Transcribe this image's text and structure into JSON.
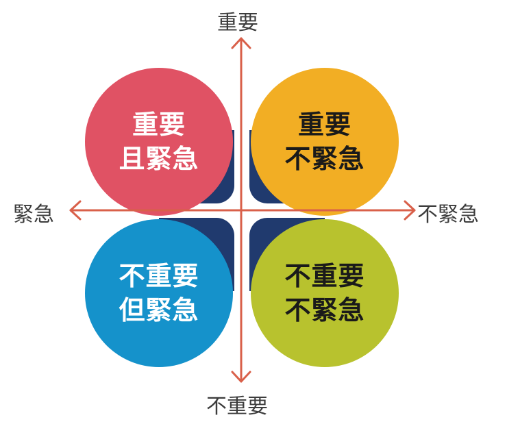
{
  "diagram": {
    "type": "eisenhower-matrix",
    "axis_labels": {
      "top": "重要",
      "bottom": "不重要",
      "left": "緊急",
      "right": "不緊急"
    },
    "quadrants": [
      {
        "position": "top-left",
        "lines": [
          "重要",
          "且緊急"
        ],
        "color": "#e05264",
        "text_color": "#ffffff"
      },
      {
        "position": "top-right",
        "lines": [
          "重要",
          "不緊急"
        ],
        "color": "#f2ae24",
        "text_color": "#1a1a1a"
      },
      {
        "position": "bottom-left",
        "lines": [
          "不重要",
          "但緊急"
        ],
        "color": "#1592cb",
        "text_color": "#ffffff"
      },
      {
        "position": "bottom-right",
        "lines": [
          "不重要",
          "不緊急"
        ],
        "color": "#b8c22e",
        "text_color": "#1a1a1a"
      }
    ],
    "colors": {
      "axis": "#d9604a",
      "shadow": "#203a6e",
      "label_text": "#3c3c3c"
    }
  }
}
